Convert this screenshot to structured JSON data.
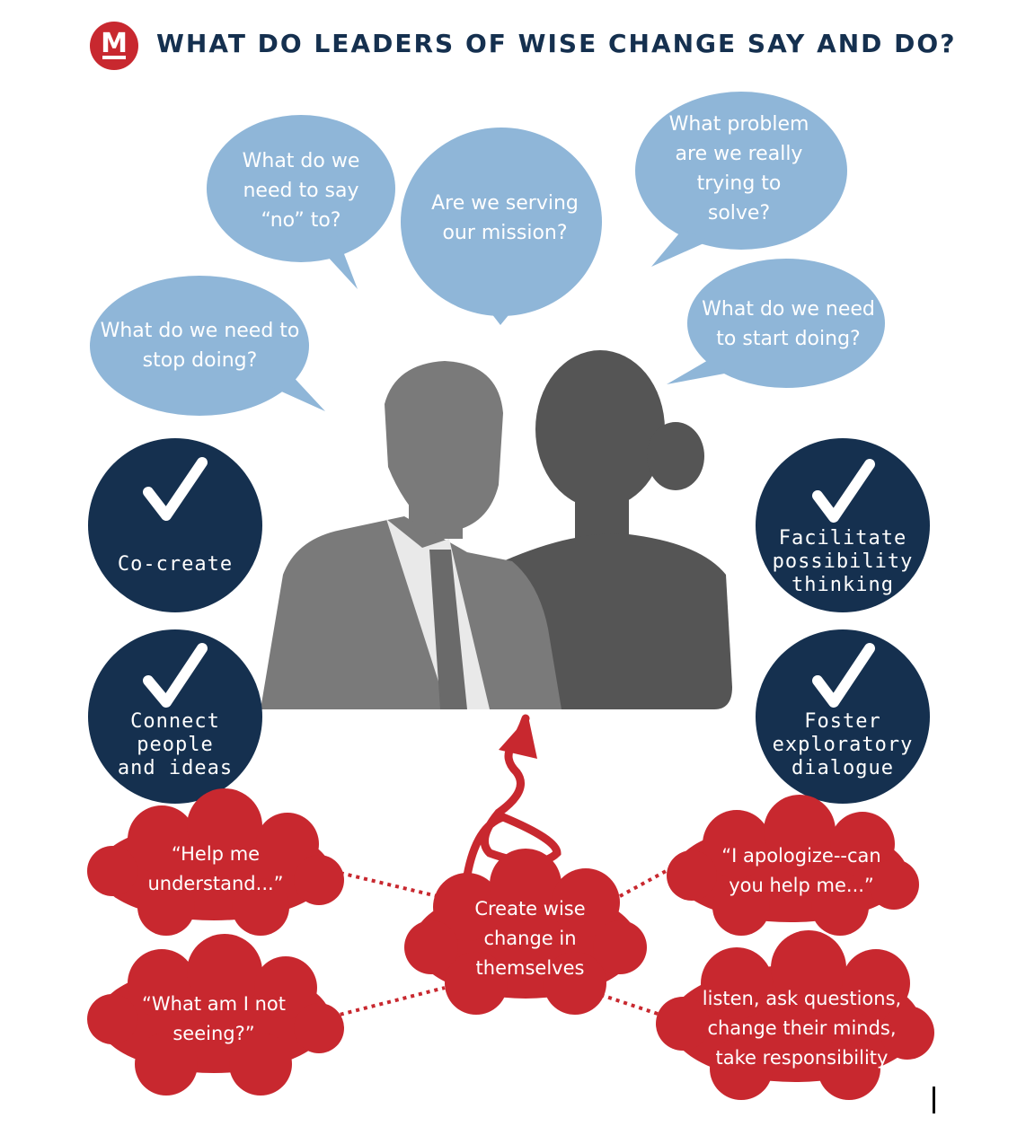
{
  "header": {
    "logo_letter": "M",
    "title": "WHAT DO LEADERS OF WISE CHANGE SAY AND DO?"
  },
  "colors": {
    "navy": "#15304f",
    "speech_blue": "#8fb6d8",
    "red": "#c8282f",
    "silhouette_man": "#7a7a7a",
    "silhouette_woman": "#555555"
  },
  "speech_bubbles": {
    "say_no": [
      "What do we",
      "need to say",
      "“no” to?"
    ],
    "mission": [
      "Are we serving",
      "our mission?"
    ],
    "problem": [
      "What problem",
      "are we really",
      "trying to",
      "solve?"
    ],
    "stop": [
      "What do we need to",
      "stop doing?"
    ],
    "start": [
      "What do we need",
      "to start doing?"
    ]
  },
  "actions": {
    "co_create": "Co-create",
    "facilitate": [
      "Facilitate",
      "possibility",
      "thinking"
    ],
    "connect": [
      "Connect",
      "people",
      "and ideas"
    ],
    "foster": [
      "Foster",
      "exploratory",
      "dialogue"
    ]
  },
  "clouds": {
    "center": [
      "Create wise",
      "change in",
      "themselves"
    ],
    "help": [
      "“Help me",
      "understand...”"
    ],
    "not_seeing": [
      "“What am I not",
      "seeing?”"
    ],
    "apologize": [
      "“I apologize--can",
      "you help me...”"
    ],
    "listen": [
      "listen, ask questions,",
      "change their minds,",
      "take responsibility"
    ]
  },
  "icons": {
    "check": "checkmark-icon",
    "arrow": "spiral-arrow-icon",
    "people": "people-silhouette-icon"
  }
}
